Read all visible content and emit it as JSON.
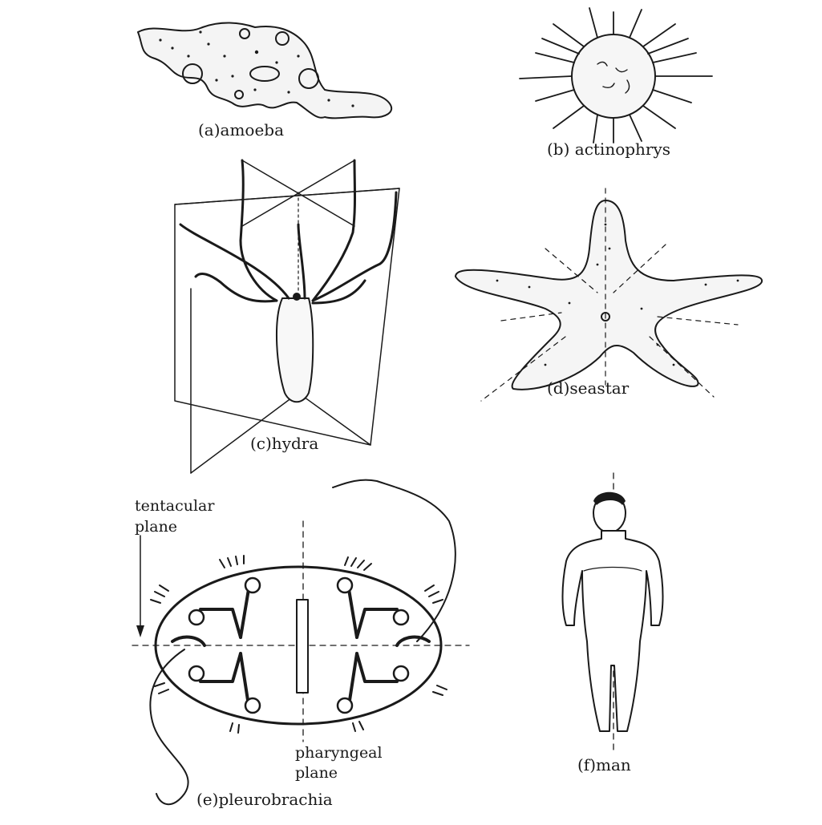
{
  "labels": {
    "amoeba": "(a)amoeba",
    "actinophrys": "(b) actinophrys",
    "hydra": "(c)hydra",
    "seastar": "(d)seastar",
    "pleurobrachia": "(e)pleurobrachia",
    "man": "(f)man",
    "tentacular_line1": "tentacular",
    "tentacular_line2": "plane",
    "pharyngeal_line1": "pharyngeal",
    "pharyngeal_line2": "plane"
  },
  "colors": {
    "ink": "#1a1a1a",
    "background": "#ffffff"
  }
}
